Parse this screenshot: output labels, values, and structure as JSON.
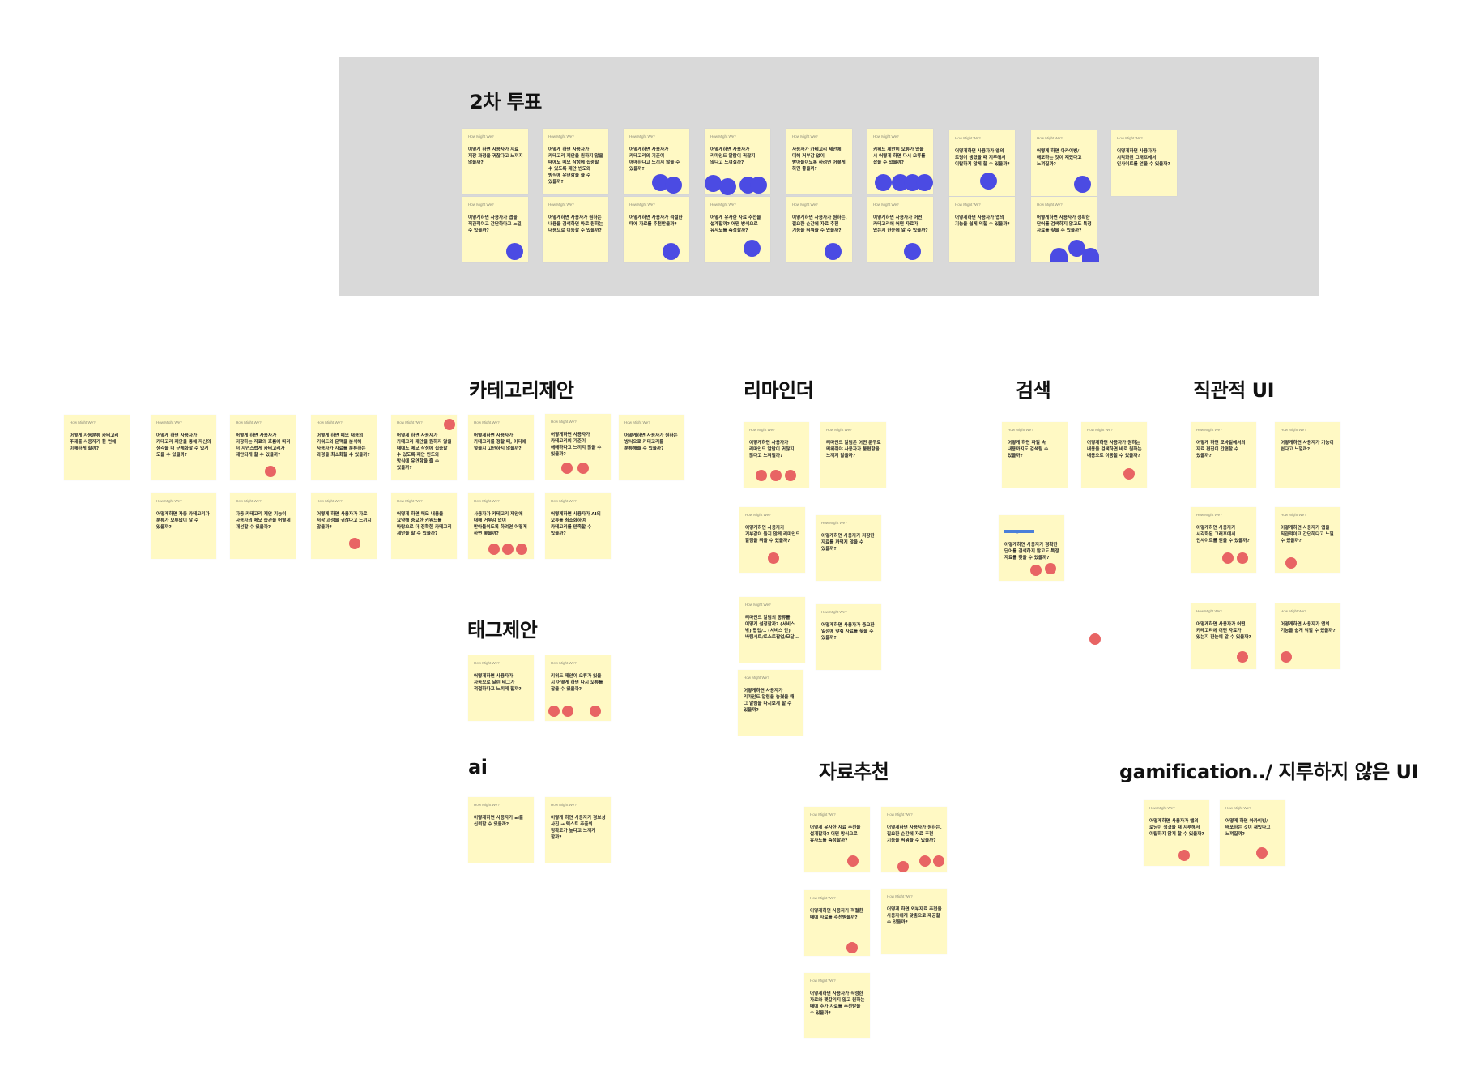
{
  "board": {
    "vote_panel": {
      "title": "2차 투표",
      "background": "#d9d9d9"
    },
    "note_header": "How Might We?",
    "colors": {
      "note": "#fff9c4",
      "vote_dot_round2": "#4b4be3",
      "vote_dot_round1": "#e86464",
      "highlight": "#4a7fd9"
    },
    "sections": {
      "vote": {
        "notes": [
          {
            "text": "어떻게 하면 사용자가 자료 저장 과정을 귀찮다고 느끼지 않을까?",
            "votes": 0
          },
          {
            "text": "어떻게 하면 사용자가 카테고리 제안을 원하지 않을 때에도 메모 작성에 집중할 수 있도록 제안 빈도와 방식에 유연함을 줄 수 있을까?",
            "votes": 0
          },
          {
            "text": "어떻게하면 사용자가 카테고리의 기준이 애매하다고 느끼지 않을 수 있을까?",
            "votes": 2
          },
          {
            "text": "어떻게하면 사용자가 리마인드 알람이 귀찮지 않다고 느껴질까?",
            "votes": 4
          },
          {
            "text": "사용자가 카테고리 제안에 대해 거부감 없이 받아들이도록 하려면 어떻게 하면 좋을까?",
            "votes": 0
          },
          {
            "text": "키워드 제안이 오류가 있을 시 어떻게 하면 다시 오류를 잡을 수 있을까?",
            "votes": 4
          },
          {
            "text": "어떻게하면 사용자가 앱의 로딩이 생겼을 때 지루해서 이탈하지 않게 할 수 있을까?",
            "votes": 1
          },
          {
            "text": "어떻게 하면 아카이빙/배포하는 것이 재밌다고 느껴질까?",
            "votes": 1
          },
          {
            "text": "어떻게하면 사용자가 시각화된 그래프에서 인사이트를 얻을 수 있을까?",
            "votes": 0
          },
          {
            "text": "어떻게하면 사용자가 앱을 직관적이고 간단하다고 느낄 수 있을까?",
            "votes": 1
          },
          {
            "text": "어떻게하면 사용자가 원하는 내용을 검색하면 바로 원하는 내용으로 이동할 수 있을까?",
            "votes": 0
          },
          {
            "text": "어떻게하면 사용자가 적절한 때에 자료를 추천받을까?",
            "votes": 1
          },
          {
            "text": "어떻게 유사한 자료 추천을 설계할까? 어떤 방식으로 유사도를 측정할까?",
            "votes": 1
          },
          {
            "text": "어떻게하면 사용자가 원하는, 필요한 순간에 자료 추천 기능을 띄워줄 수 있을까?",
            "votes": 1
          },
          {
            "text": "어떻게하면 사용자가 어떤 카테고리에 어떤 자료가 있는지 한눈에 알 수 있을까?",
            "votes": 1
          },
          {
            "text": "어떻게하면 사용자가 앱의 기능을 쉽게 익힐 수 있을까?",
            "votes": 0
          },
          {
            "text": "어떻게하면 사용자가 정확한 단어를 검색하지 않고도 특정 자료를 찾을 수 있을까?",
            "votes": 3
          }
        ]
      },
      "category": {
        "title": "카테고리제안",
        "notes": [
          {
            "text": "어떻게 자동분류 카테고리 주제를 사용자가 한 번에 이해하게 할까?",
            "votes": 0
          },
          {
            "text": "어떻게 하면 사용자가 카테고리 제안을 통해 자신의 생각을 더 구체화할 수 있게 도울 수 있을까?",
            "votes": 0
          },
          {
            "text": "어떻게 하면 사용자가 저장하는 자료의 흐름에 따라 더 자연스럽게 카테고리가 제안되게 할 수 있을까?",
            "votes": 1
          },
          {
            "text": "어떻게 하면 메모 내용의 키워드와 문맥을 분석해 사용자가 자료를 분류하는 과정을 최소화할 수 있을까?",
            "votes": 0
          },
          {
            "text": "어떻게 하면 사용자가 카테고리 제안을 원하지 않을 때에도 메모 작성에 집중할 수 있도록 제안 빈도와 방식에 유연함을 줄 수 있을까?",
            "votes": 1
          },
          {
            "text": "어떻게하면 사용자가 카테고리를 정할 때, 어디에 넣을지 고민하지 않을까?",
            "votes": 0
          },
          {
            "text": "어떻게하면 사용자가 카테고리의 기준이 애매하다고 느끼지 않을 수 있을까?",
            "votes": 2
          },
          {
            "text": "어떻게하면 사용자가 원하는 방식으로 카테고리를 분류해줄 수 있을까?",
            "votes": 0
          },
          {
            "text": "어떻게하면 자동 카테고리가 분류가 오류없이 날 수 있을까?",
            "votes": 0
          },
          {
            "text": "자동 카테고리 제안 기능이 사용자의 메모 습관을 어떻게 개선할 수 있을까?",
            "votes": 0
          },
          {
            "text": "어떻게 하면 사용자가 자료 저장 과정을 귀찮다고 느끼지 않을까?",
            "votes": 1
          },
          {
            "text": "어떻게 하면 메모 내용을 요약해 중요한 키워드를 바탕으로 더 정확한 카테고리 제안을 할 수 있을까?",
            "votes": 0
          },
          {
            "text": "사용자가 카테고리 제안에 대해 거부감 없이 받아들이도록 하려면 어떻게 하면 좋을까?",
            "votes": 3
          },
          {
            "text": "어떻게하면 사용자가 AI의 오류를 최소화하여 카테고리를 만족할 수 있을까?",
            "votes": 0
          }
        ]
      },
      "reminder": {
        "title": "리마인더",
        "notes": [
          {
            "text": "어떻게하면 사용자가 리마인드 알람이 귀찮지 않다고 느껴질까?",
            "votes": 3
          },
          {
            "text": "리마인드 알림은 어떤 문구로 띄워줘야 사용자가 불편함을 느끼지 않을까?",
            "votes": 0
          },
          {
            "text": "어떻게하면 사용자가 거부감이 들지 않게 리마인드 알림을 띄울 수 있을까?",
            "votes": 1
          },
          {
            "text": "어떻게하면 사용자가 저장한 자료를 까먹지 않을 수 있을까?",
            "votes": 0
          },
          {
            "text": "리마인드 알림의 종류를 어떻게 설정할까? (서비스 밖) 팝업/.. (서비스 안) 바텀시트/토스트팝업/모달...",
            "votes": 0
          },
          {
            "text": "어떻게하면 사용자가 중요한 일정에 맞춰 자료를 찾을 수 있을까?",
            "votes": 0
          },
          {
            "text": "어떻게하면 사용자가 리마인드 알림을 놓쳤을 때 그 알림을 다시보게 할 수 있을까?",
            "votes": 0
          }
        ]
      },
      "search": {
        "title": "검색",
        "notes": [
          {
            "text": "어떻게 하면 파일 속 내용까지도 검색될 수 있을까?",
            "votes": 0
          },
          {
            "text": "어떻게하면 사용자가 원하는 내용을 검색하면 바로 원하는 내용으로 이동할 수 있을까?",
            "votes": 1
          },
          {
            "text": "어떻게하면 사용자가 정확한 단어를 검색하지 않고도 특정 자료를 찾을 수 있을까?",
            "votes": 2,
            "header_highlighted": true
          }
        ],
        "stray_votes": 1
      },
      "intuitive_ui": {
        "title": "직관적 UI",
        "notes": [
          {
            "text": "어떻게 하면 모바일에서의 자료 편집이 간편할 수 있을까?",
            "votes": 0
          },
          {
            "text": "어떻게하면 사용자가 기능이 쉽다고 느낄까?",
            "votes": 0
          },
          {
            "text": "어떻게하면 사용자가 시각화된 그래프에서 인사이트를 얻을 수 있을까?",
            "votes": 2
          },
          {
            "text": "어떻게하면 사용자가 앱을 직관적이고 간단하다고 느낄 수 있을까?",
            "votes": 1
          },
          {
            "text": "어떻게하면 사용자가 어떤 카테고리에 어떤 자료가 있는지 한눈에 알 수 있을까?",
            "votes": 1
          },
          {
            "text": "어떻게하면 사용자가 앱의 기능을 쉽게 익힐 수 있을까?",
            "votes": 1
          }
        ]
      },
      "tag": {
        "title": "태그제안",
        "notes": [
          {
            "text": "어떻게하면 사용자가 자동으로 달린 태그가 적절하다고 느끼게 할까?",
            "votes": 0
          },
          {
            "text": "키워드 제안이 오류가 있을 시 어떻게 하면 다시 오류를 잡을 수 있을까?",
            "votes": 3
          }
        ]
      },
      "ai": {
        "title": "ai",
        "notes": [
          {
            "text": "어떻게하면 사용자가 ai를 신뢰할 수 있을까?",
            "votes": 0
          },
          {
            "text": "어떻게 하면 사용자가 정보성 사진 → 텍스트 추출의 정확도가 높다고 느끼게 할까?",
            "votes": 0
          }
        ]
      },
      "recommendation": {
        "title": "자료추천",
        "notes": [
          {
            "text": "어떻게 유사한 자료 추천을 설계할까? 어떤 방식으로 유사도를 측정할까?",
            "votes": 1
          },
          {
            "text": "어떻게하면 사용자가 원하는, 필요한 순간에 자료 추천 기능을 띄워줄 수 있을까?",
            "votes": 3
          },
          {
            "text": "어떻게하면 사용자가 적절한 때에 자료를 추천받을까?",
            "votes": 1
          },
          {
            "text": "어떻게 하면 외부자료 추천을 사용자에게 맞춤으로 제공할 수 있을까?",
            "votes": 0
          },
          {
            "text": "어떻게하면 사용자가 작성한 자료와 헷갈리지 않고 원하는 때에 추가 자료를 추천받을 수 있을까?",
            "votes": 0
          }
        ]
      },
      "gamification": {
        "title": "gamification../ 지루하지 않은 UI",
        "notes": [
          {
            "text": "어떻게하면 사용자가 앱의 로딩이 생겼을 때 지루해서 이탈하지 않게 할 수 있을까?",
            "votes": 1
          },
          {
            "text": "어떻게 하면 아카이빙/배포하는 것이 재밌다고 느껴질까?",
            "votes": 1
          }
        ]
      }
    }
  }
}
